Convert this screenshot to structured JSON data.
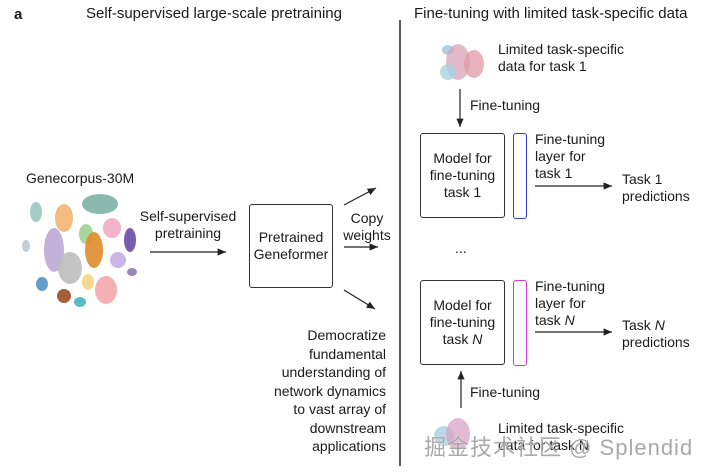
{
  "panel_label": "a",
  "left": {
    "title": "Self-supervised large-scale pretraining",
    "corpus_label": "Genecorpus-30M",
    "pretrain_arrow_label_1": "Self-supervised",
    "pretrain_arrow_label_2": "pretraining",
    "model_box_1": "Pretrained",
    "model_box_2": "Geneformer",
    "copy_label_1": "Copy",
    "copy_label_2": "weights",
    "democratize_lines": [
      "Democratize",
      "fundamental",
      "understanding of",
      "network dynamics",
      "to vast array of",
      "downstream",
      "applications"
    ]
  },
  "right": {
    "title": "Fine-tuning with limited task-specific data",
    "task1": {
      "data_label_1": "Limited task-specific",
      "data_label_2": "data for task 1",
      "finetune_label": "Fine-tuning",
      "model_1": "Model for",
      "model_2": "fine-tuning",
      "model_3": "task 1",
      "layer_1": "Fine-tuning",
      "layer_2": "layer for",
      "layer_3": "task 1",
      "pred_1": "Task 1",
      "pred_2": "predictions",
      "layer_color": "#3a3acc"
    },
    "ellipsis": "...",
    "taskN": {
      "data_label_1": "Limited task-specific",
      "data_label_2": "data for task N",
      "finetune_label": "Fine-tuning",
      "model_1": "Model for",
      "model_2": "fine-tuning",
      "model_3_prefix": "task ",
      "model_3_var": "N",
      "layer_1": "Fine-tuning",
      "layer_2": "layer for",
      "layer_3_prefix": "task ",
      "layer_3_var": "N",
      "pred_1_prefix": "Task ",
      "pred_1_var": "N",
      "pred_2": "predictions",
      "layer_color": "#d63ad6"
    }
  },
  "watermark": "掘金技术社区 @ Splendid"
}
